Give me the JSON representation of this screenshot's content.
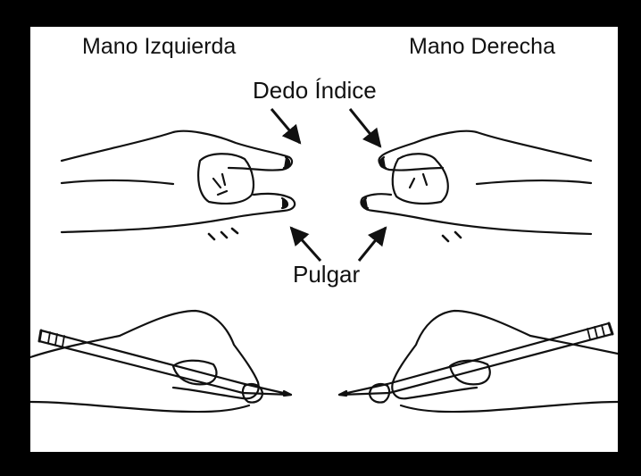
{
  "labels": {
    "left_hand": "Mano Izquierda",
    "right_hand": "Mano Derecha",
    "index_finger": "Dedo Índice",
    "thumb": "Pulgar"
  },
  "colors": {
    "border": "#000000",
    "background": "#ffffff",
    "ink": "#111111"
  }
}
